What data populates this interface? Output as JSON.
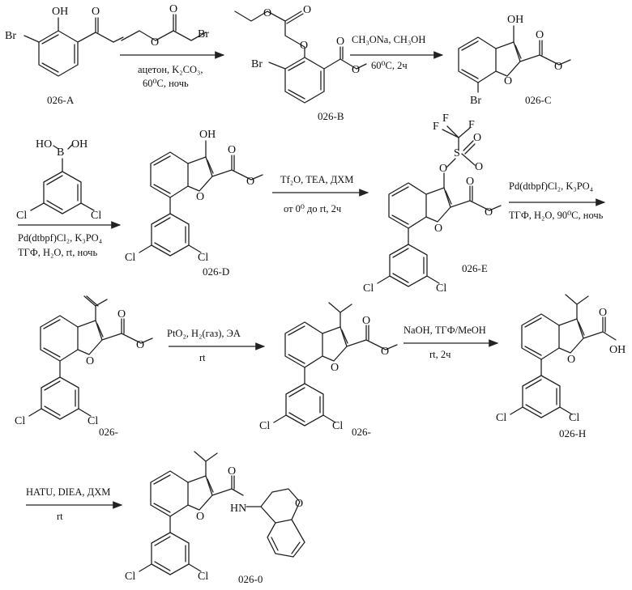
{
  "atoms": {
    "Br": "Br",
    "OH": "OH",
    "O": "O",
    "Cl": "Cl",
    "F": "F",
    "S": "S",
    "B": "B",
    "HO": "HO",
    "HN": "HN"
  },
  "compounds": {
    "a": "026-A",
    "b": "026-B",
    "c": "026-C",
    "d": "026-D",
    "e": "026-E",
    "f": "026-",
    "g": "026-",
    "h": "026-H",
    "final": "026-0"
  },
  "conditions": {
    "s1_line1": "ацетон, K₂CO₃,",
    "s1_line2": "60⁰C, ночь",
    "s2_line1": "CH₃ONa, CH₃OH",
    "s2_line2": "60⁰C, 2ч",
    "s3_line1": "Pd(dtbpf)Cl₂, K₃PO₄",
    "s3_line2": "ТГФ, H₂O, rt, ночь",
    "s4_line1": "Tf₂O, TEA, ДХМ",
    "s4_line2": "от 0⁰ до rt, 2ч",
    "s5_line1": "Pd(dtbpf)Cl₂, K₃PO₄",
    "s5_line2": "ТГФ, H₂O, 90⁰C, ночь",
    "s6_line1": "PtO₂, H₂(газ), ЭА",
    "s6_line2": "rt",
    "s7_line1": "NaOH, ТГФ/MeOH",
    "s7_line2": "rt, 2ч",
    "s8_line1": "HATU, DIEA, ДХМ",
    "s8_line2": "rt"
  }
}
